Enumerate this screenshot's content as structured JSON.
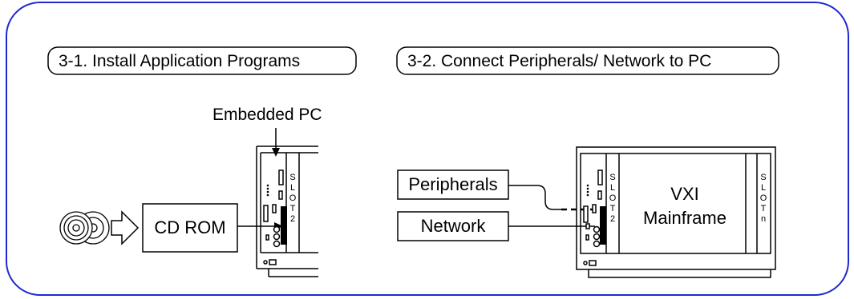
{
  "steps": {
    "install_title": "3-1. Install Application Programs",
    "connect_title": "3-2. Connect Peripherals/ Network to PC"
  },
  "install": {
    "embedded_pc_label": "Embedded PC",
    "cdrom_label": "CD ROM",
    "slot_letters": [
      "S",
      "L",
      "O",
      "T",
      "2"
    ]
  },
  "connect": {
    "peripherals_label": "Peripherals",
    "network_label": "Network",
    "mainframe_line1": "VXI",
    "mainframe_line2": "Mainframe",
    "slot2_letters": [
      "S",
      "L",
      "O",
      "T",
      "2"
    ],
    "slotn_letters": [
      "S",
      "L",
      "O",
      "T",
      "n"
    ]
  },
  "colors": {
    "frame_border": "#1e28d2",
    "line": "#000000"
  }
}
